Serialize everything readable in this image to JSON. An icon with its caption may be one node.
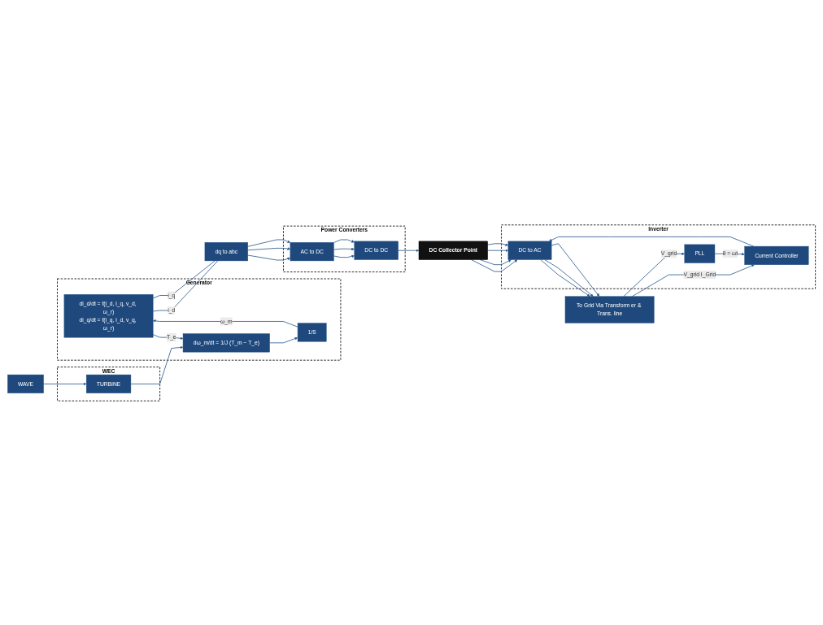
{
  "diagram": {
    "nodes": [
      {
        "text": [
          "Generator"
        ]
      },
      {
        "text": [
          "di_d/dt = f(i_d, i_q, v_d, ω_r)",
          "di_q/dt = f(i_q, i_d, v_q, ω_r)"
        ],
        "in": 0
      },
      {
        "text": [
          "1/S"
        ],
        "in": 0
      },
      {
        "text": [
          "dω_m/dt = 1/J (T_m − T_e)"
        ],
        "in": 0
      },
      {
        "text": [
          "WEC"
        ]
      },
      {
        "text": [
          "TURBINE"
        ],
        "in": 4
      },
      {
        "text": [
          "WAVE"
        ]
      },
      {
        "text": [
          "dq to abc"
        ]
      },
      {
        "text": [
          "Power Converters"
        ]
      },
      {
        "text": [
          "AC to DC"
        ],
        "in": 8
      },
      {
        "text": [
          "DC to DC"
        ],
        "in": 8
      },
      {
        "text": [
          "DC Collector Point"
        ]
      },
      {
        "text": [
          "Inverter"
        ]
      },
      {
        "text": [
          "DC to AC"
        ],
        "in": 12
      },
      {
        "text": [
          "Current Controller"
        ],
        "in": 12
      },
      {
        "text": [
          "PLL"
        ],
        "in": 12
      },
      {
        "text": [
          "To Grid Via Transform er & Trans. line"
        ]
      }
    ],
    "edges": [
      {
        "from": 6,
        "to": 5,
        "arrow": "to"
      },
      {
        "from": 5,
        "to": 3,
        "arrow": "to"
      },
      {
        "from": 3,
        "to": 2,
        "arrow": "to"
      },
      {
        "from": 2,
        "to": 1,
        "arrow": "to",
        "label": "ω_m"
      },
      {
        "from": 1,
        "to": 3,
        "arrow": "to",
        "label": "T_e"
      },
      {
        "from": 1,
        "to": 7,
        "arrow": "none",
        "label": "i_d"
      },
      {
        "from": 1,
        "to": 7,
        "arrow": "none",
        "label": "i_q"
      },
      {
        "from": 7,
        "to": 9,
        "arrow": "to"
      },
      {
        "from": 7,
        "to": 9,
        "arrow": "to"
      },
      {
        "from": 7,
        "to": 9,
        "arrow": "to"
      },
      {
        "from": 9,
        "to": 10,
        "arrow": "to"
      },
      {
        "from": 9,
        "to": 10,
        "arrow": "to"
      },
      {
        "from": 9,
        "to": 10,
        "arrow": "to"
      },
      {
        "from": 10,
        "to": 11,
        "arrow": "to"
      },
      {
        "from": 11,
        "to": 13,
        "arrow": "to"
      },
      {
        "from": 11,
        "to": 13,
        "arrow": "to"
      },
      {
        "from": 11,
        "to": 13,
        "arrow": "to"
      },
      {
        "from": 11,
        "to": 13,
        "arrow": "to"
      },
      {
        "from": 13,
        "to": 16,
        "arrow": "to"
      },
      {
        "from": 13,
        "to": 16,
        "arrow": "to"
      },
      {
        "from": 13,
        "to": 16,
        "arrow": "to"
      },
      {
        "from": 16,
        "to": 14,
        "arrow": "to",
        "label": "V_grid I_Grid"
      },
      {
        "from": 16,
        "to": 15,
        "arrow": "to",
        "label": "V_grid"
      },
      {
        "from": 15,
        "to": 14,
        "arrow": "to",
        "label": "θ = ωt"
      },
      {
        "from": 14,
        "to": 13,
        "arrow": "to"
      }
    ]
  }
}
